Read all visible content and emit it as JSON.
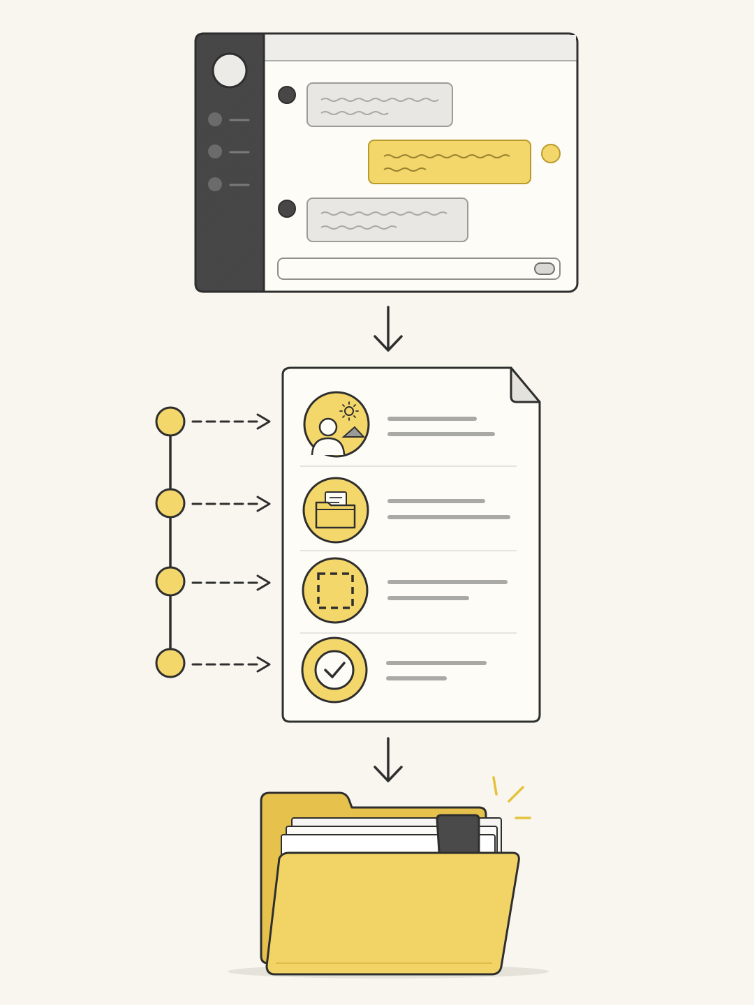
{
  "palette": {
    "background": "#f8f6ef",
    "ink": "#2e2e2e",
    "accent_yellow": "#f4d76b",
    "folder_yellow": "#f2d466",
    "folder_shade": "#e6c24d",
    "panel_light": "#fdfcf7",
    "bubble_gray": "#e8e7e3",
    "sidebar_dark": "#474747",
    "placeholder_gray": "#a9a9a6"
  },
  "chat_window": {
    "sidebar": {
      "avatar_icon": "user-avatar-circle",
      "nav_item_count": 3
    },
    "messages": [
      {
        "from": "other",
        "bubble": "gray",
        "line_count": 2
      },
      {
        "from": "self",
        "bubble": "yellow",
        "line_count": 2
      },
      {
        "from": "other",
        "bubble": "gray",
        "line_count": 2
      }
    ],
    "input_bar": {
      "send_icon": "send-pill-button"
    }
  },
  "document": {
    "corner": "folded-corner",
    "rows": [
      {
        "icon": "image-person-icon",
        "line_count": 2
      },
      {
        "icon": "folder-files-icon",
        "line_count": 2
      },
      {
        "icon": "dashed-selection-icon",
        "line_count": 2
      },
      {
        "icon": "checkmark-icon",
        "line_count": 2
      }
    ]
  },
  "timeline": {
    "node_count": 4,
    "connector": "dashed-arrow"
  },
  "flow_arrows": [
    "down-arrow-icon",
    "down-arrow-icon"
  ],
  "archive": {
    "folder_icon": "open-folder-icon",
    "bookmark_icon": "bookmark-ribbon-icon",
    "highlight": "sparkle-lines"
  }
}
